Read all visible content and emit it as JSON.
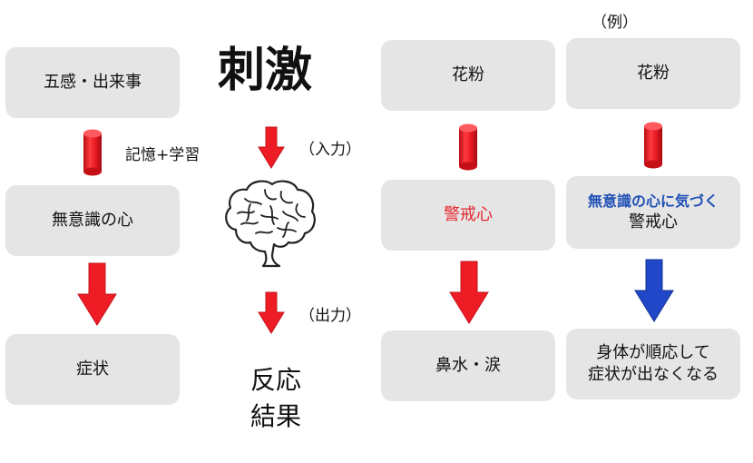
{
  "left": {
    "top_box": "五感・出来事",
    "connector_label": "記憶+学習",
    "middle_box": "無意識の心",
    "bottom_box": "症状"
  },
  "center": {
    "title": "刺激",
    "input_label": "（入力）",
    "output_label": "（出力）",
    "result_line1": "反応",
    "result_line2": "結果"
  },
  "right_a": {
    "top_box": "花粉",
    "middle_box": "警戒心",
    "bottom_box": "鼻水・涙"
  },
  "right_b": {
    "example_label": "（例）",
    "top_box": "花粉",
    "middle_note": "無意識の心に気づく",
    "middle_box": "警戒心",
    "bottom_line1": "身体が順応して",
    "bottom_line2": "症状が出なくなる"
  },
  "colors": {
    "box_fill": "#e5e5e5",
    "red": "#ee1c25",
    "blue": "#1f47c7",
    "note_blue": "#1f4fb5",
    "alert_red": "#e8262d"
  }
}
